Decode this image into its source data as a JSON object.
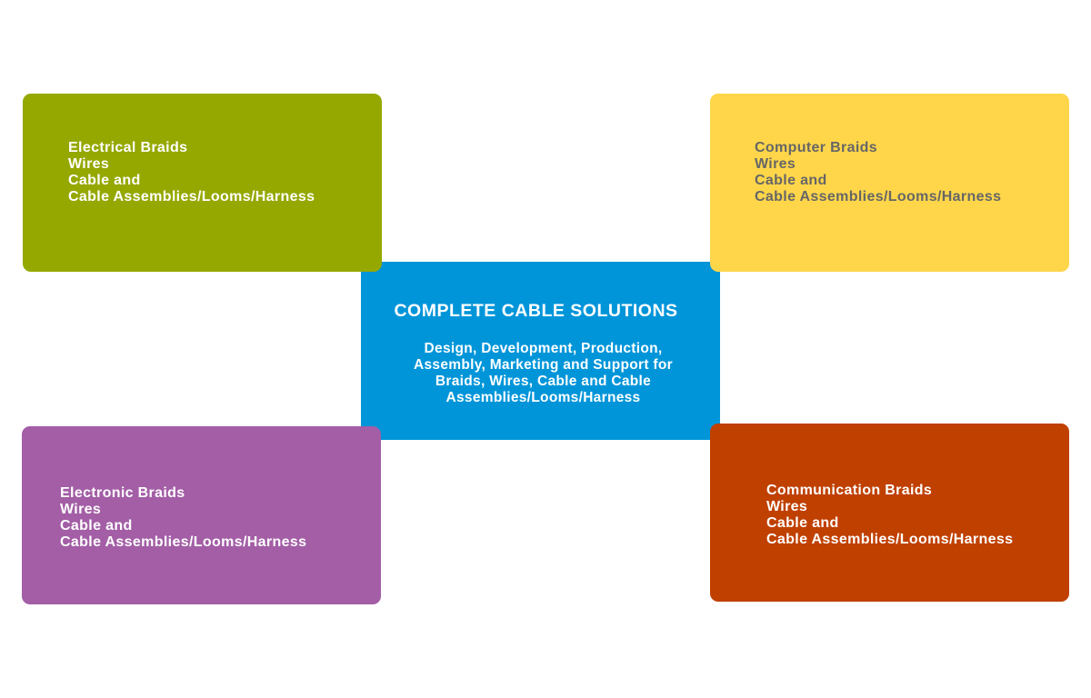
{
  "center": {
    "title": "COMPLETE CABLE SOLUTIONS",
    "description_lines": [
      "Design, Development, Production,",
      "Assembly, Marketing and Support for",
      "Braids, Wires, Cable and Cable",
      "Assemblies/Looms/Harness"
    ],
    "color": "#0095d9"
  },
  "boxes": [
    {
      "lines": [
        "Electrical Braids",
        "Wires",
        "Cable and",
        "Cable Assemblies/Looms/Harness"
      ],
      "color": "#95a800",
      "text_color": "#ffffff"
    },
    {
      "lines": [
        "Computer Braids",
        "Wires",
        "Cable and",
        "Cable Assemblies/Looms/Harness"
      ],
      "color": "#ffd64a",
      "text_color": "#666666"
    },
    {
      "lines": [
        "Electronic Braids",
        "Wires",
        "Cable and",
        "Cable Assemblies/Looms/Harness"
      ],
      "color": "#a35ea6",
      "text_color": "#ffffff"
    },
    {
      "lines": [
        "Communication Braids",
        "Wires",
        "Cable and",
        "Cable Assemblies/Looms/Harness"
      ],
      "color": "#c04000",
      "text_color": "#ffffff"
    }
  ]
}
